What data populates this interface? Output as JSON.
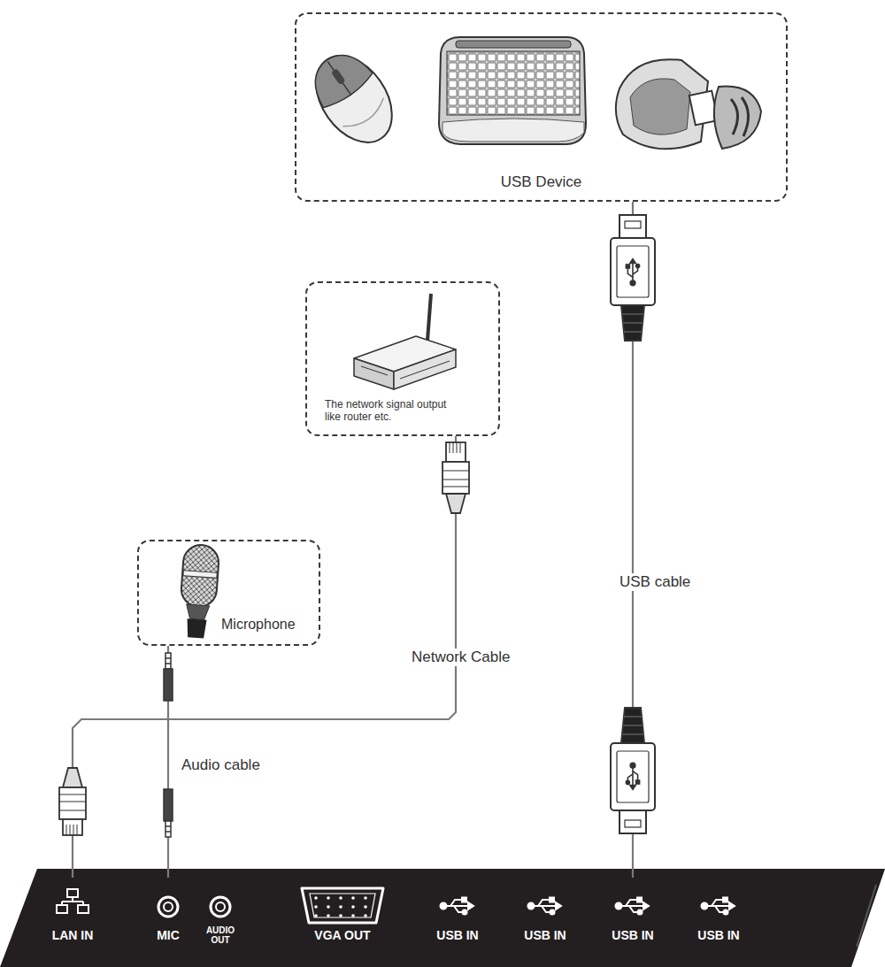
{
  "diagram": {
    "nodes": [
      {
        "text": [
          "USB Device"
        ]
      },
      {
        "text": [
          "The network signal output like router etc."
        ]
      },
      {
        "text": [
          "Microphone"
        ]
      },
      {
        "text": [
          "LAN IN"
        ]
      },
      {
        "text": [
          "MIC"
        ]
      },
      {
        "text": [
          "AUDIO OUT"
        ]
      },
      {
        "text": [
          "VGA OUT"
        ]
      },
      {
        "text": [
          "USB IN"
        ]
      },
      {
        "text": [
          "USB IN"
        ]
      },
      {
        "text": [
          "USB IN"
        ]
      },
      {
        "text": [
          "USB IN"
        ]
      }
    ],
    "edges": [
      {
        "from": 1,
        "to": 3,
        "label": "Network Cable",
        "arrow": "none"
      },
      {
        "from": 2,
        "to": 4,
        "label": "Audio cable",
        "arrow": "none"
      },
      {
        "from": 0,
        "to": 9,
        "label": "USB cable",
        "arrow": "none"
      }
    ]
  }
}
